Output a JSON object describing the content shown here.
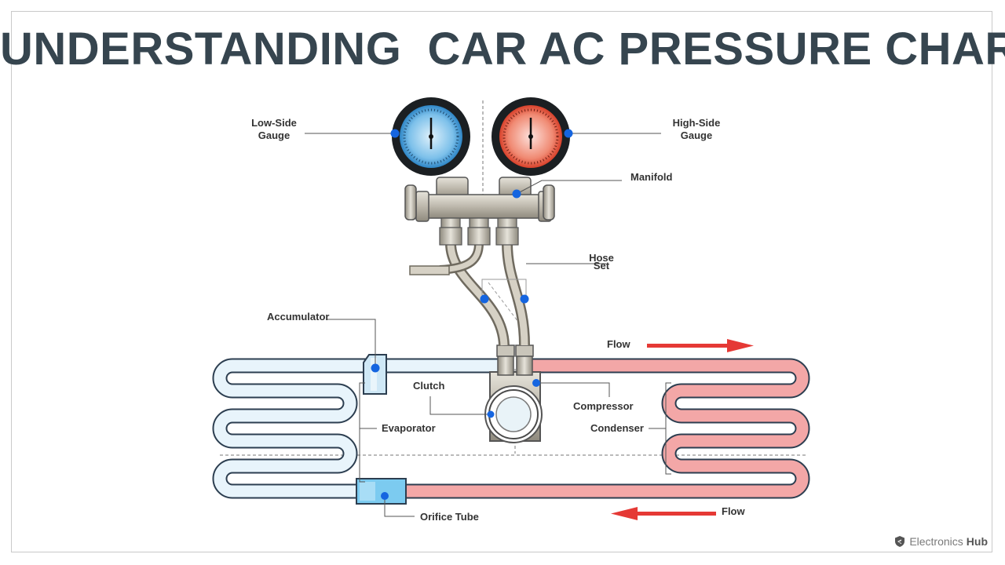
{
  "title": "UNDERSTANDING  CAR AC PRESSURE CHART",
  "labels": {
    "low_side_gauge": [
      "Low-Side",
      "Gauge"
    ],
    "high_side_gauge": [
      "High-Side",
      "Gauge"
    ],
    "manifold": "Manifold",
    "hose_set": [
      "Hose",
      "Set"
    ],
    "accumulator": "Accumulator",
    "flow_top": "Flow",
    "flow_bottom": "Flow",
    "clutch": "Clutch",
    "compressor": "Compressor",
    "evaporator": "Evaporator",
    "condenser": "Condenser",
    "orifice_tube": "Orifice Tube"
  },
  "brand": {
    "name": "Electronics",
    "bold": "Hub"
  },
  "colors": {
    "title": "#36454f",
    "cold_line": "#e8f4fb",
    "hot_line": "#f3a7a7",
    "low_gauge": "#4fa3dc",
    "high_gauge": "#e8533f",
    "marker": "#1565e0",
    "flow_arrow": "#e53935"
  },
  "icons": [
    "shield-icon"
  ]
}
